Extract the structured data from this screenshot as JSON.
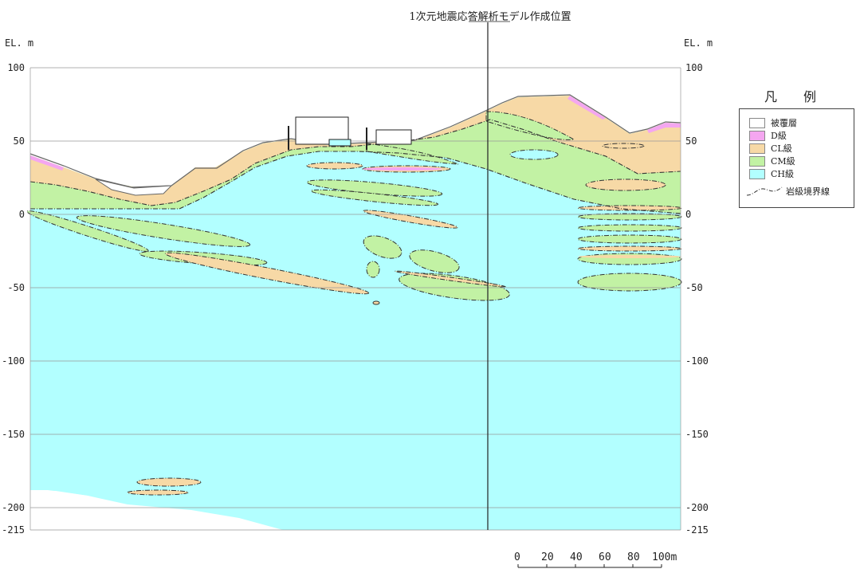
{
  "title": "1次元地震応答解析モデル作成位置",
  "axis": {
    "unit_left": "EL. m",
    "unit_right": "EL. m",
    "ticks": [
      "100",
      "50",
      "0",
      "-50",
      "-100",
      "-150",
      "-200",
      "-215"
    ]
  },
  "legend": {
    "title": "凡 例",
    "items": [
      {
        "label": "被覆層",
        "color": "#ffffff"
      },
      {
        "label": "D級",
        "color": "#f4a6f0"
      },
      {
        "label": "CL級",
        "color": "#f7d9a6"
      },
      {
        "label": "CM級",
        "color": "#c2f2a4"
      },
      {
        "label": "CH級",
        "color": "#b2ffff"
      }
    ],
    "boundary_label": "岩級境界線"
  },
  "scale": {
    "labels": [
      "0",
      "20",
      "40",
      "60",
      "80",
      "100m"
    ]
  },
  "colors": {
    "ch": "#b2ffff",
    "cm": "#c2f2a4",
    "cl": "#f7d9a6",
    "d": "#f4a6f0"
  }
}
